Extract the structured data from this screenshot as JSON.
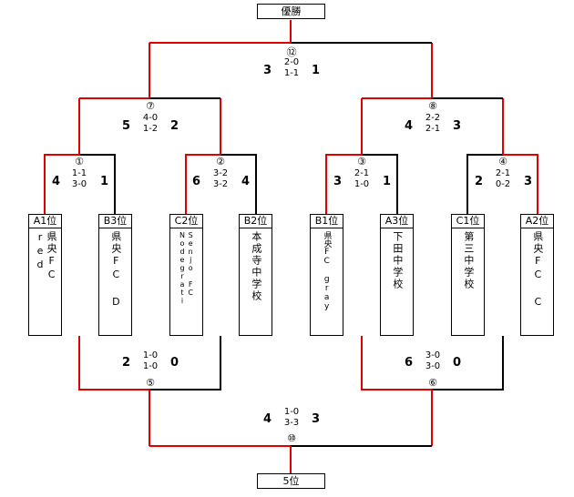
{
  "title_top": "優勝",
  "title_bottom": "5位",
  "colors": {
    "winner_line": "#e00000",
    "loser_line": "#000000"
  },
  "teams": [
    {
      "seed": "A1位",
      "name": "県央FC red"
    },
    {
      "seed": "B3位",
      "name": "県央FC D"
    },
    {
      "seed": "C2位",
      "name": "Senjo FC Nodegrati"
    },
    {
      "seed": "B2位",
      "name": "本成寺中学校"
    },
    {
      "seed": "B1位",
      "name": "県央FC gray"
    },
    {
      "seed": "A3位",
      "name": "下田中学校"
    },
    {
      "seed": "C1位",
      "name": "第三中学校"
    },
    {
      "seed": "A2位",
      "name": "県央FC C"
    }
  ],
  "matches": {
    "m1": {
      "num": "①",
      "left_score": "4",
      "right_score": "1",
      "sets": [
        "1-1",
        "3-0"
      ]
    },
    "m2": {
      "num": "②",
      "left_score": "6",
      "right_score": "4",
      "sets": [
        "3-2",
        "3-2"
      ]
    },
    "m3": {
      "num": "③",
      "left_score": "3",
      "right_score": "1",
      "sets": [
        "2-1",
        "1-0"
      ]
    },
    "m4": {
      "num": "④",
      "left_score": "2",
      "right_score": "3",
      "sets": [
        "2-1",
        "0-2"
      ]
    },
    "m5": {
      "num": "⑤",
      "left_score": "2",
      "right_score": "0",
      "sets": [
        "1-0",
        "1-0"
      ]
    },
    "m6": {
      "num": "⑥",
      "left_score": "6",
      "right_score": "0",
      "sets": [
        "3-0",
        "3-0"
      ]
    },
    "m7": {
      "num": "⑦",
      "left_score": "5",
      "right_score": "2",
      "sets": [
        "4-0",
        "1-2"
      ]
    },
    "m8": {
      "num": "⑧",
      "left_score": "4",
      "right_score": "3",
      "sets": [
        "2-2",
        "2-1"
      ]
    },
    "m10": {
      "num": "⑩",
      "left_score": "4",
      "right_score": "3",
      "sets": [
        "1-0",
        "3-3"
      ]
    },
    "m12": {
      "num": "⑫",
      "left_score": "3",
      "right_score": "1",
      "sets": [
        "2-0",
        "1-1"
      ]
    }
  }
}
